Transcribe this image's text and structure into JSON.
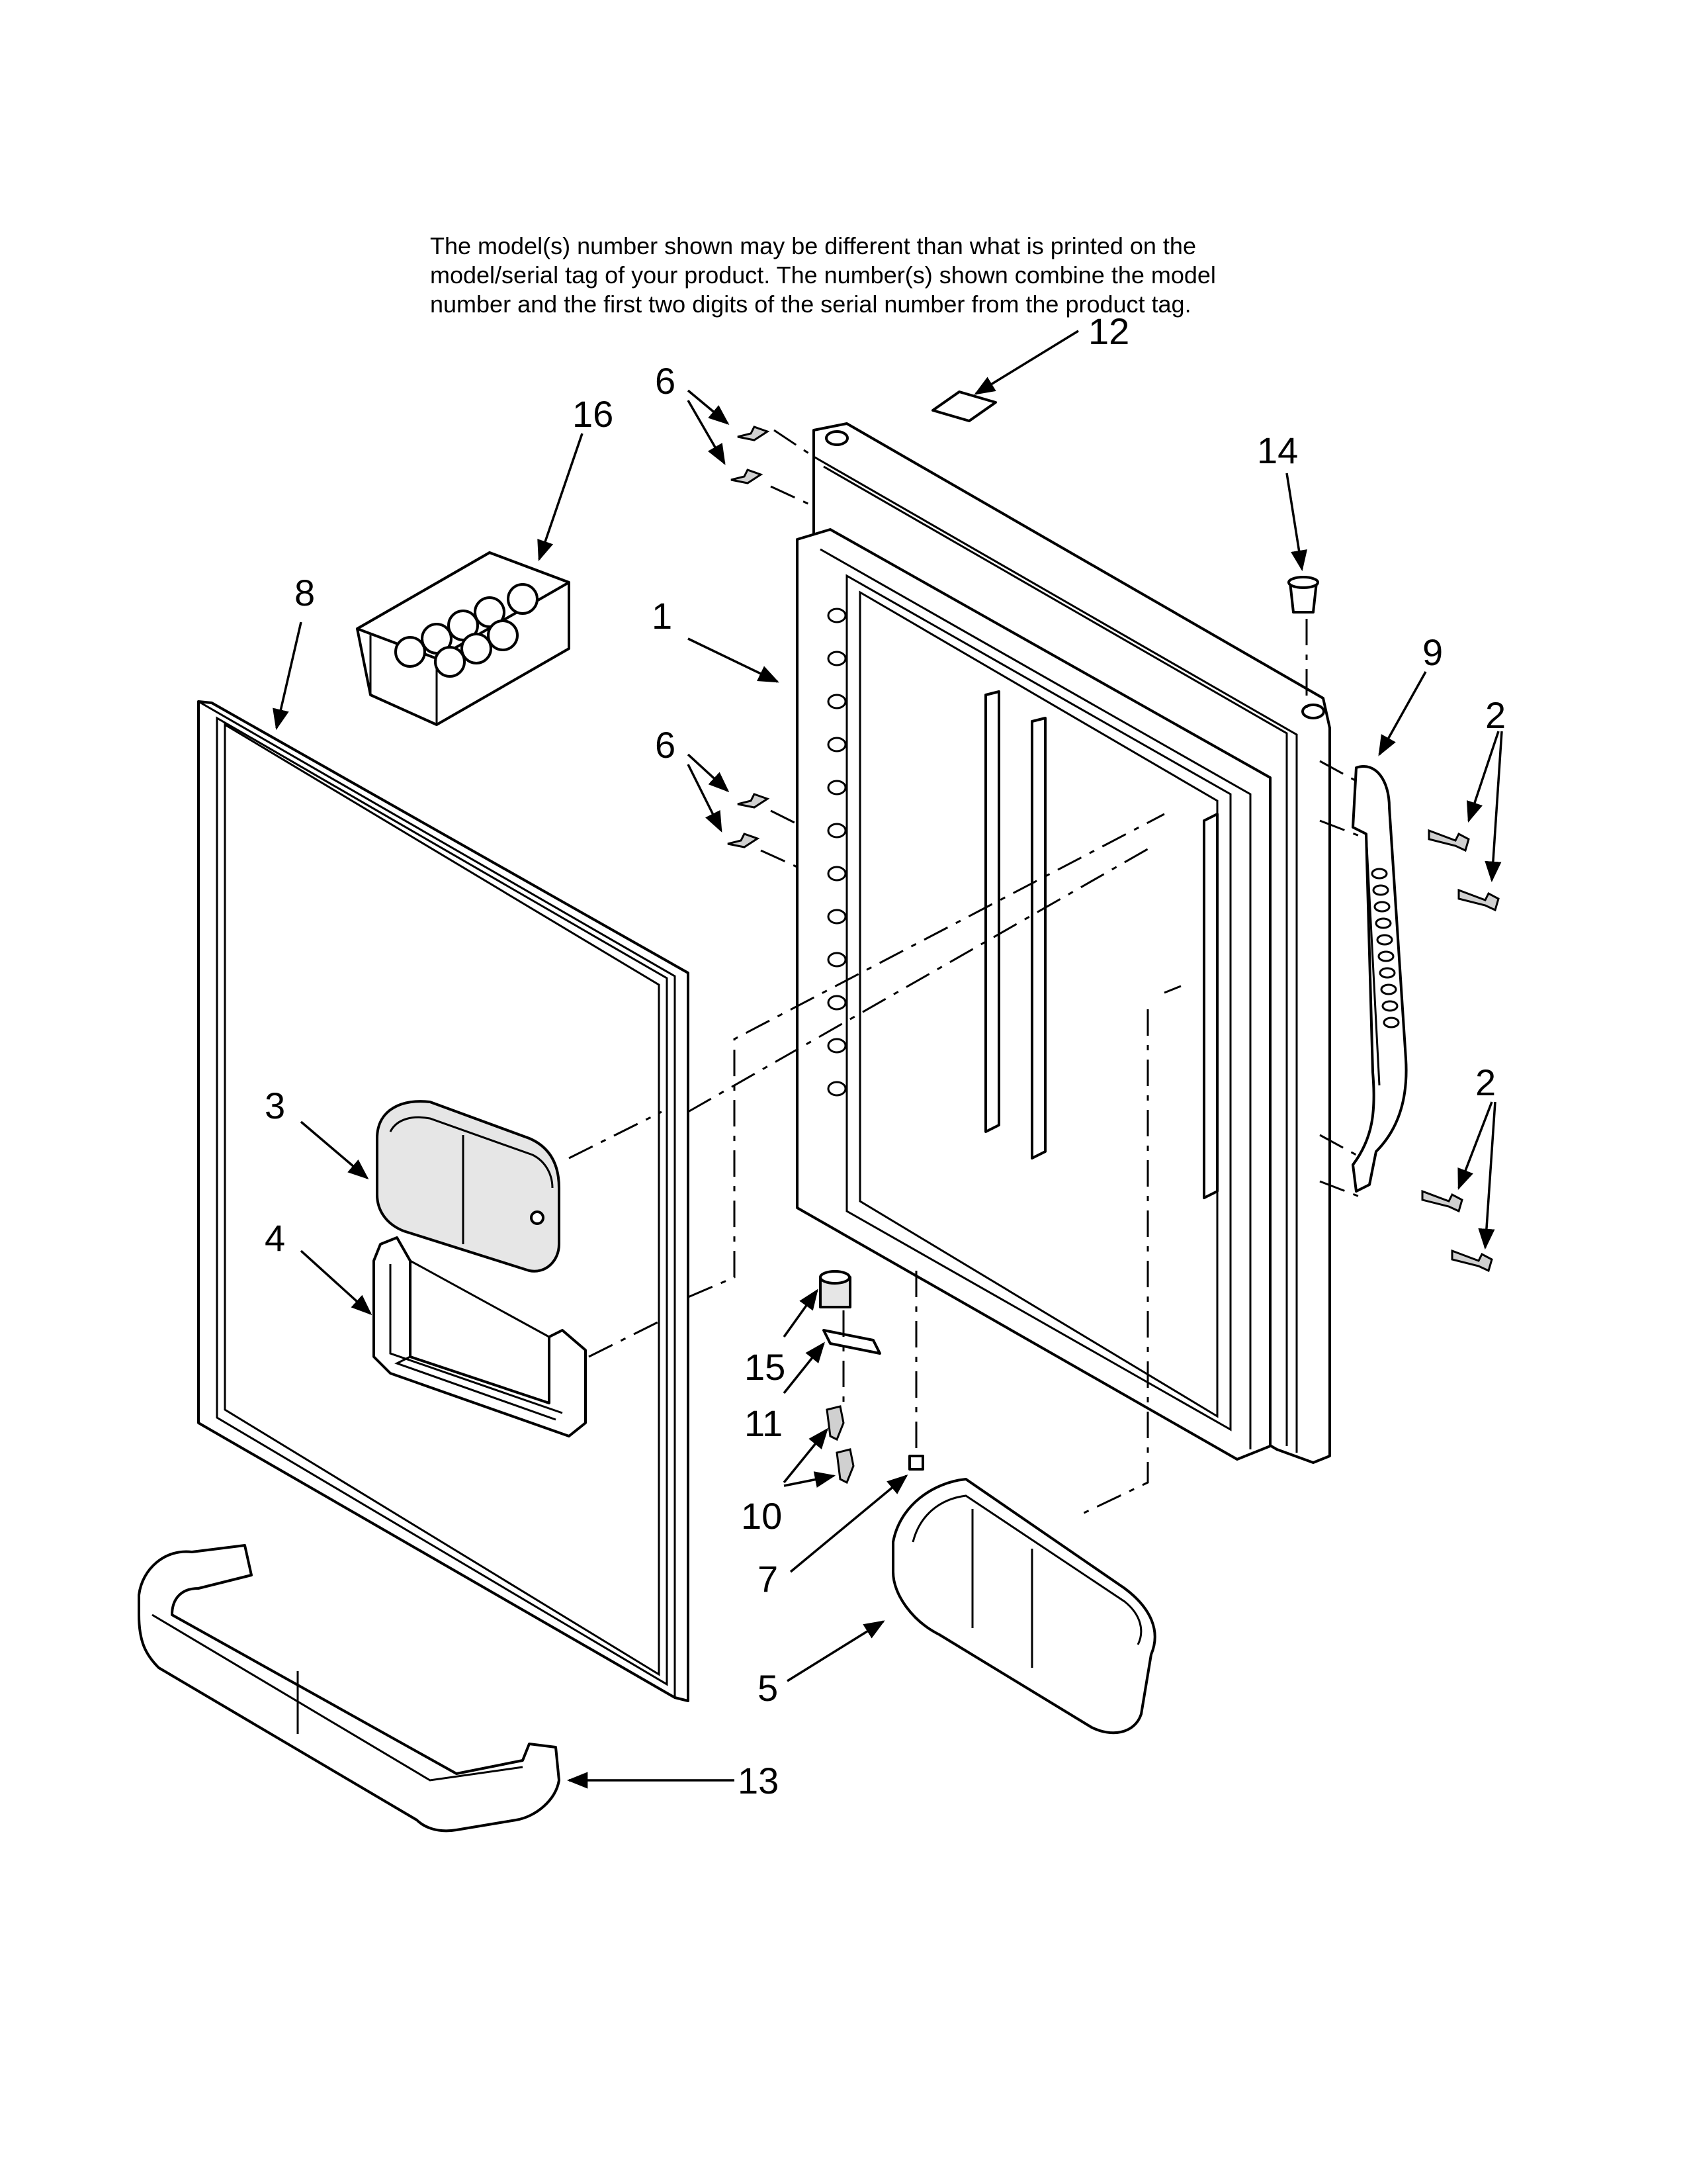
{
  "note": {
    "lines": [
      "The model(s) number shown may be different than what is printed on the",
      "model/serial tag of your product. The number(s) shown combine the model",
      "number and the first two digits of the serial number from the product tag."
    ]
  },
  "callouts": {
    "c1": "1",
    "c2a": "2",
    "c2b": "2",
    "c3": "3",
    "c4": "4",
    "c5": "5",
    "c6a": "6",
    "c6b": "6",
    "c7": "7",
    "c8": "8",
    "c9": "9",
    "c10": "10",
    "c11": "11",
    "c12": "12",
    "c13": "13",
    "c14": "14",
    "c15": "15",
    "c16": "16"
  },
  "colors": {
    "line": "#000000",
    "paper": "#ffffff",
    "shade": "#e6e6e6"
  }
}
